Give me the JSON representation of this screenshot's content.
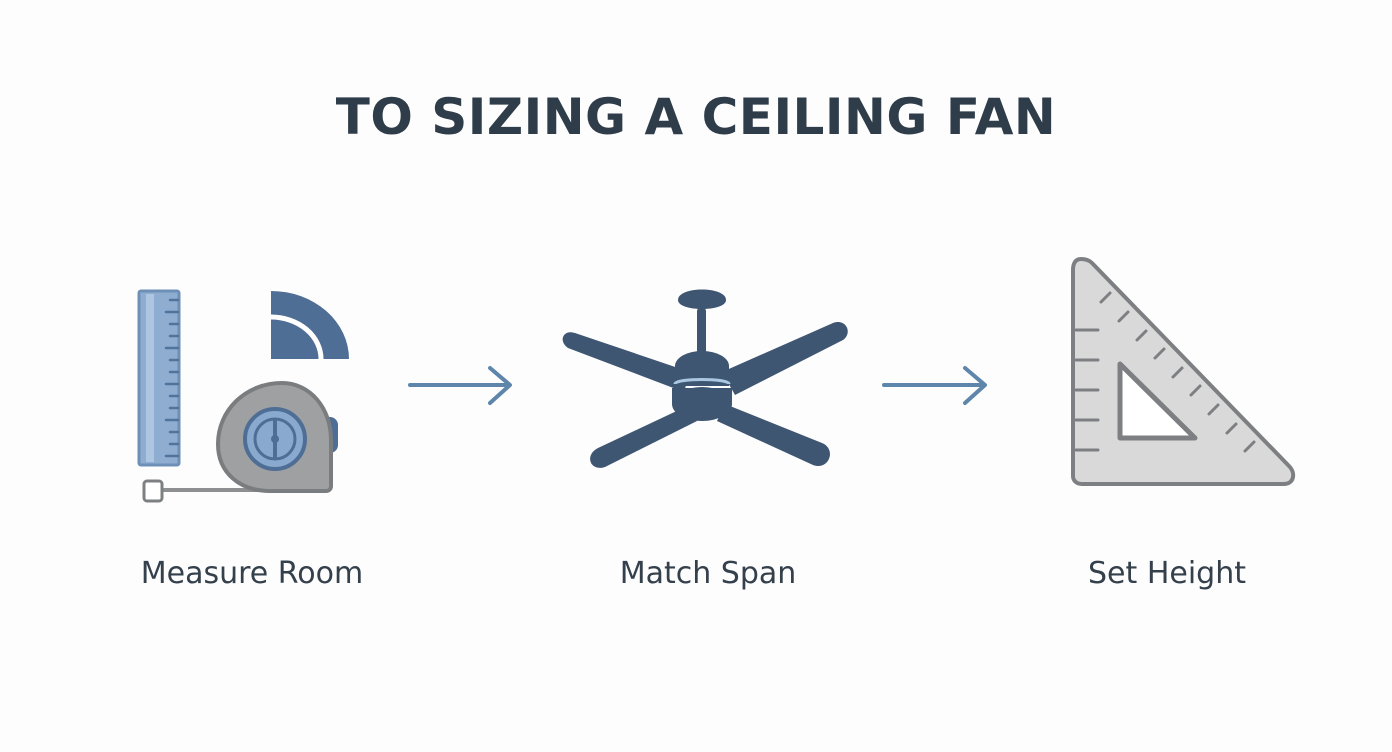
{
  "title": "TO SIZING A CEILING FAN",
  "steps": [
    {
      "label": "Measure Room",
      "icon": "ruler-tape-measure-icon"
    },
    {
      "label": "Match Span",
      "icon": "ceiling-fan-icon"
    },
    {
      "label": "Set Height",
      "icon": "set-square-icon"
    }
  ],
  "colors": {
    "title": "#2f3d4a",
    "label": "#34404c",
    "fan": "#3f5672",
    "arrow": "#5e86ab",
    "ruler": "#7e9cc0",
    "tape_body": "#8d8f91",
    "square": "#d9d9d9"
  }
}
